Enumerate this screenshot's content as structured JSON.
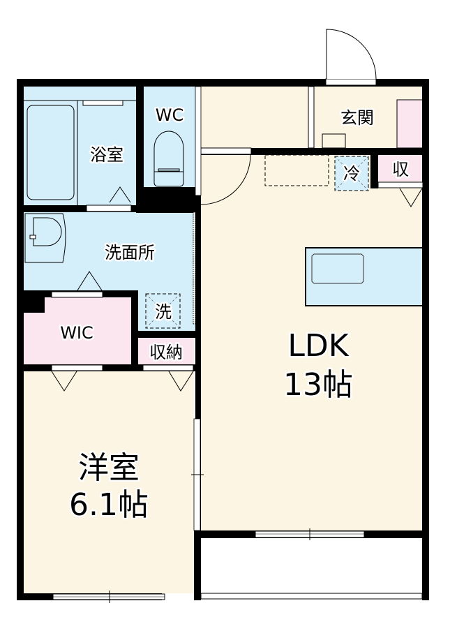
{
  "floorplan": {
    "colors": {
      "wet_area": "#d4eefa",
      "living_area": "#fdf5e3",
      "storage_area": "#fbe6ef",
      "wall": "#000000",
      "background": "#ffffff"
    },
    "rooms": {
      "bathroom": {
        "label": "浴室"
      },
      "toilet": {
        "label": "WC"
      },
      "entrance": {
        "label": "玄関"
      },
      "fridge": {
        "label": "冷"
      },
      "storage_small": {
        "label": "収"
      },
      "washroom": {
        "label": "洗面所"
      },
      "washer": {
        "label": "洗"
      },
      "wic": {
        "label": "WIC"
      },
      "closet": {
        "label": "収納"
      },
      "ldk": {
        "label": "LDK",
        "size": "13帖"
      },
      "western_room": {
        "label": "洋室",
        "size": "6.1帖"
      }
    }
  }
}
